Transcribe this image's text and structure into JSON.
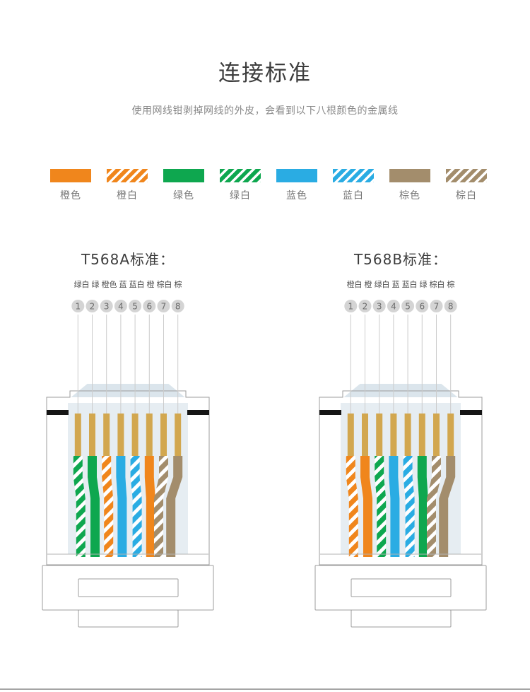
{
  "page": {
    "title": "连接标准",
    "subtitle": "使用网线钳剥掉网线的外皮，会看到以下八根颜色的金属线"
  },
  "colors": {
    "orange": "#f0861c",
    "green": "#0ea74f",
    "blue": "#2aace3",
    "brown": "#a38d6c",
    "gold_pin": "#d2a74f",
    "body_stroke": "#9c9c9c",
    "body_fill": "#ffffff",
    "panel_fill": "#e6edf2",
    "flap_fill": "#dbe5ec",
    "black_bar": "#151515",
    "circle_fill": "#d4d4d4",
    "circle_text": "#6b6b6b",
    "guide_line": "#cccccc",
    "panel_line": "#b3b3b3"
  },
  "legend": {
    "items": [
      {
        "label": "橙色",
        "color": "orange",
        "striped": false
      },
      {
        "label": "橙白",
        "color": "orange",
        "striped": true
      },
      {
        "label": "绿色",
        "color": "green",
        "striped": false
      },
      {
        "label": "绿白",
        "color": "green",
        "striped": true
      },
      {
        "label": "蓝色",
        "color": "blue",
        "striped": false
      },
      {
        "label": "蓝白",
        "color": "blue",
        "striped": true
      },
      {
        "label": "棕色",
        "color": "brown",
        "striped": false
      },
      {
        "label": "棕白",
        "color": "brown",
        "striped": true
      }
    ]
  },
  "connectors": [
    {
      "id": "t568a",
      "title": "T568A标准：",
      "wire_order_label": "绿白 绿 橙色 蓝 蓝白 橙 棕白 棕",
      "pins": [
        "1",
        "2",
        "3",
        "4",
        "5",
        "6",
        "7",
        "8"
      ],
      "wires": [
        {
          "color": "green",
          "striped": true
        },
        {
          "color": "green",
          "striped": false
        },
        {
          "color": "orange",
          "striped": true
        },
        {
          "color": "blue",
          "striped": false
        },
        {
          "color": "blue",
          "striped": true
        },
        {
          "color": "orange",
          "striped": false
        },
        {
          "color": "brown",
          "striped": true
        },
        {
          "color": "brown",
          "striped": false
        }
      ]
    },
    {
      "id": "t568b",
      "title": "T568B标准：",
      "wire_order_label": "橙白 橙 绿白 蓝 蓝白 绿 棕白 棕",
      "pins": [
        "1",
        "2",
        "3",
        "4",
        "5",
        "6",
        "7",
        "8"
      ],
      "wires": [
        {
          "color": "orange",
          "striped": true
        },
        {
          "color": "orange",
          "striped": false
        },
        {
          "color": "green",
          "striped": true
        },
        {
          "color": "blue",
          "striped": false
        },
        {
          "color": "blue",
          "striped": true
        },
        {
          "color": "green",
          "striped": false
        },
        {
          "color": "brown",
          "striped": true
        },
        {
          "color": "brown",
          "striped": false
        }
      ]
    }
  ]
}
